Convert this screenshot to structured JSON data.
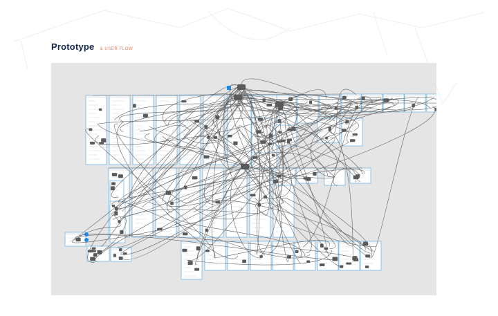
{
  "header": {
    "title": "Prototype",
    "subtitle": "& USER FLOW"
  },
  "colors": {
    "title": "#14274a",
    "subtitle": "#e07a52",
    "canvas": "#e5e5e5",
    "screen_border": "#4aa3df",
    "screen_fill": "#ffffff",
    "connector": "#555555",
    "hotspot": "#5a5a5a",
    "start_marker": "#1e88e5"
  },
  "diagram": {
    "kind": "prototype-flow",
    "screen_count": 68
  }
}
